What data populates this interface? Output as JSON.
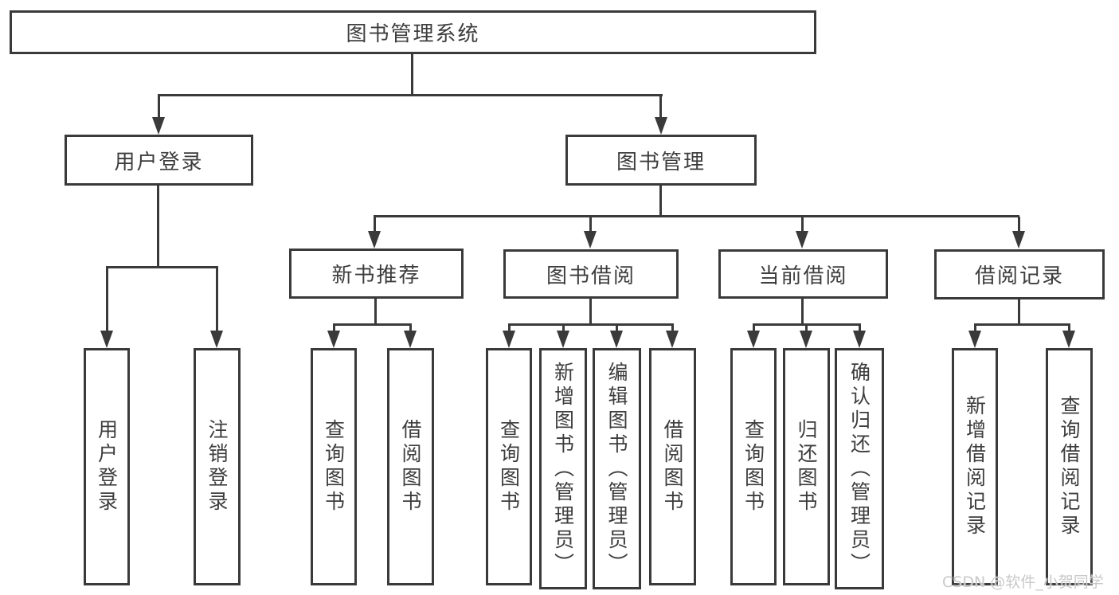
{
  "diagram_type": "hierarchy-tree",
  "colors": {
    "line": "#3a3a3a",
    "border": "#3a3a3a",
    "text": "#3d3d3d",
    "background": "#ffffff",
    "watermark": "#c9c9c9"
  },
  "tree": {
    "label": "图书管理系统",
    "children": [
      {
        "label": "用户登录",
        "children": [
          {
            "label": "用户登录"
          },
          {
            "label": "注销登录"
          }
        ]
      },
      {
        "label": "图书管理",
        "children": [
          {
            "label": "新书推荐",
            "children": [
              {
                "label": "查询图书"
              },
              {
                "label": "借阅图书"
              }
            ]
          },
          {
            "label": "图书借阅",
            "children": [
              {
                "label": "查询图书"
              },
              {
                "label": "新增图书（管理员）"
              },
              {
                "label": "编辑图书（管理员）"
              },
              {
                "label": "借阅图书"
              }
            ]
          },
          {
            "label": "当前借阅",
            "children": [
              {
                "label": "查询图书"
              },
              {
                "label": "归还图书"
              },
              {
                "label": "确认归还（管理员）"
              }
            ]
          },
          {
            "label": "借阅记录",
            "children": [
              {
                "label": "新增借阅记录"
              },
              {
                "label": "查询借阅记录"
              }
            ]
          }
        ]
      }
    ]
  },
  "watermark": {
    "text": "CSDN @软件_小贺同学"
  }
}
